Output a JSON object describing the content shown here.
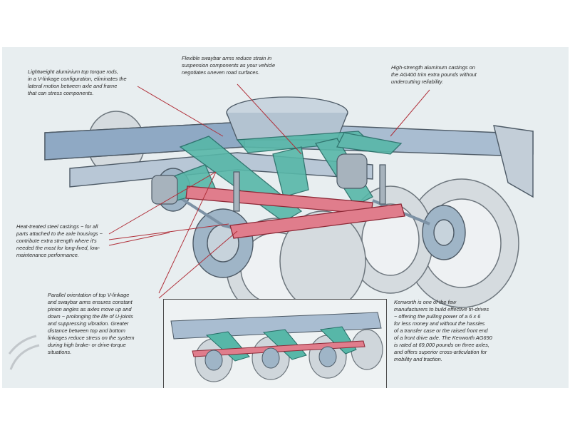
{
  "captions": {
    "torque_rods": "Lightweight aluminium top torque rods,\nin a V-linkage configuration, eliminates the\nlateral motion between axle and frame\nthat can stress components.",
    "sway_arms": "Flexible swaybar arms reduce strain in\nsuspension components as your vehicle\nnegotiates uneven road surfaces.",
    "aluminum_castings": "High-strength aluminum castings on\nthe AG400 trim extra pounds without\nundercutting reliability.",
    "heat_treated": "Heat-treated steel castings ~ for all\nparts attached to the axle housings ~\ncontribute extra strength where it's\nneeded the most for long-lived, low-\nmaintenance performance.",
    "parallel_orientation": "Parallel orientation of top V-linkage\nand swaybar arms ensures constant\npinion angles as axles move up and\ndown ~ prolonging the life of U-joints\nand suppressing vibration. Greater\ndistance between top and bottom\nlinkages reduce stress on the system\nduring high brake- or drive-torque\nsituations.",
    "tri_drive": "Kenworth is one of the few\nmanufacturers to build effective tri-drives\n~ offering the pulling power of a 6 x 6\nfor less money and without the hassles\nof a transfer case or the raised front end\nof a front drive axle. The Kenworth AG690\nis rated at 69,000 pounds on three axles,\nand offers superior cross-articulation for\nmobility and traction."
  },
  "colors": {
    "background": "#e8eef0",
    "frame_blue": "#8fa9c4",
    "linkage_teal": "#3aa59a",
    "sway_red": "#d15d6e",
    "leader_red": "#b0303a",
    "wheel_gray": "#7d8790"
  }
}
